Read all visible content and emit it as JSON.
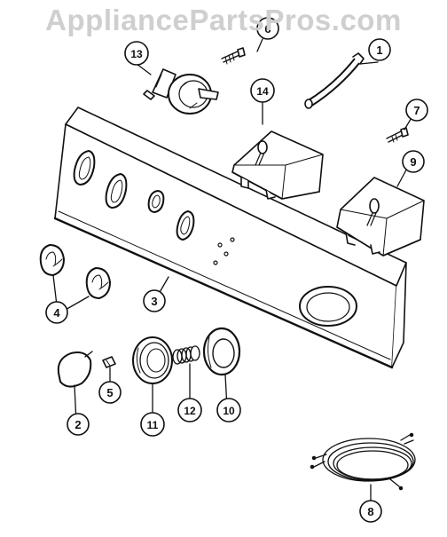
{
  "watermark": "AppliancePartsPros.com",
  "callouts": {
    "c1": "1",
    "c2": "2",
    "c3": "3",
    "c4": "4",
    "c5": "5",
    "c6": "6",
    "c7": "7",
    "c8": "8",
    "c9": "9",
    "c10": "10",
    "c11": "11",
    "c12": "12",
    "c13": "13",
    "c14": "14"
  }
}
